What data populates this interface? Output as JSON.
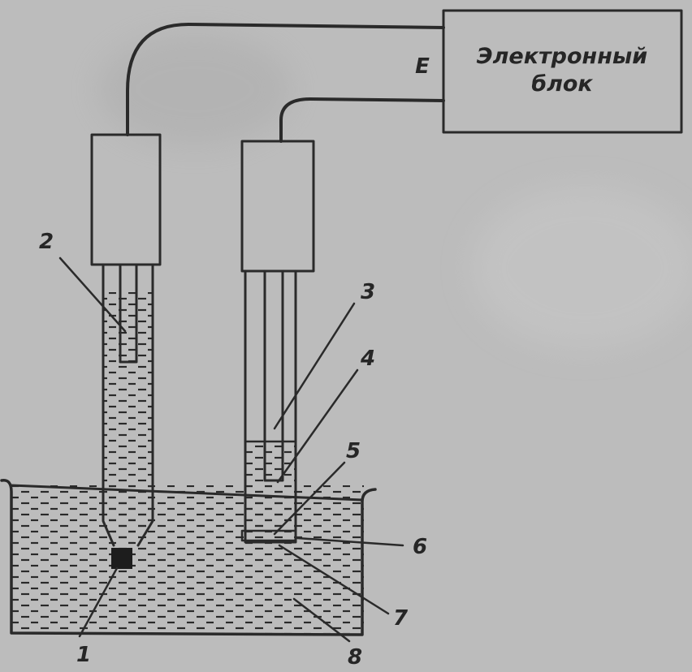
{
  "diagram": {
    "electronic_unit": {
      "line1": "Электронный",
      "line2": "блок"
    },
    "emf_label": "E",
    "callouts": [
      "1",
      "2",
      "3",
      "4",
      "5",
      "6",
      "7",
      "8"
    ]
  },
  "colors": {
    "paper": "#bcbcbc",
    "ink": "#2a2a2a"
  }
}
